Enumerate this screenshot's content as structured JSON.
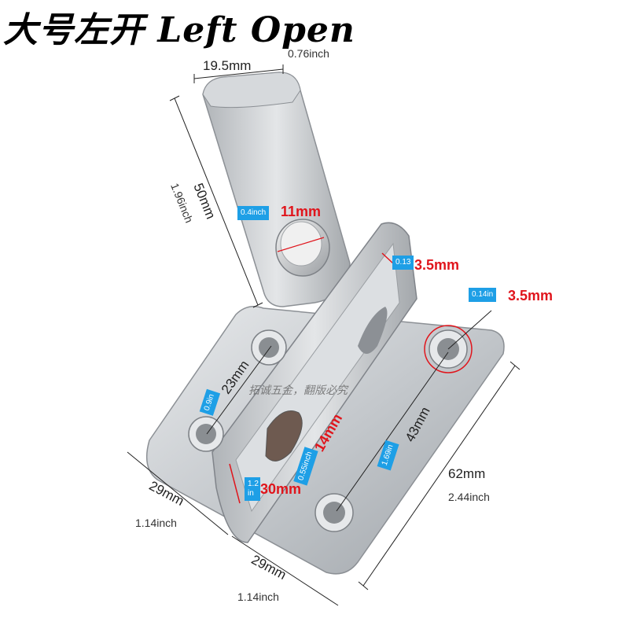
{
  "title": "大号左开 Left Open",
  "watermark": "拓诚五金，翻版必究",
  "dimensions": {
    "top_width_mm": "19.5mm",
    "top_width_inch": "0.76inch",
    "arm_length_mm": "50mm",
    "arm_length_inch": "1.96inch",
    "pin_diameter_inch": "0.4inch",
    "pin_diameter_mm": "11mm",
    "plate_thick_inch": "0.13",
    "plate_thick_mm": "3.5mm",
    "hole_inch": "0.14in",
    "hole_mm": "3.5mm",
    "hole_spacing_left_inch": "0.9in",
    "hole_spacing_left_mm": "23mm",
    "slot_inch": "0.55inch",
    "slot_mm": "14mm",
    "hole_spacing_right_inch": "1.69in",
    "hole_spacing_right_mm": "43mm",
    "base_length_mm": "62mm",
    "base_length_inch": "2.44inch",
    "height_inch": "1.2\nin",
    "height_mm": "30mm",
    "left_width_mm": "29mm",
    "left_width_inch": "1.14inch",
    "bottom_width_mm": "29mm",
    "bottom_width_inch": "1.14inch"
  },
  "colors": {
    "accent_red": "#e0151c",
    "label_blue": "#1e9fe6",
    "steel": "#c9ccd0"
  }
}
